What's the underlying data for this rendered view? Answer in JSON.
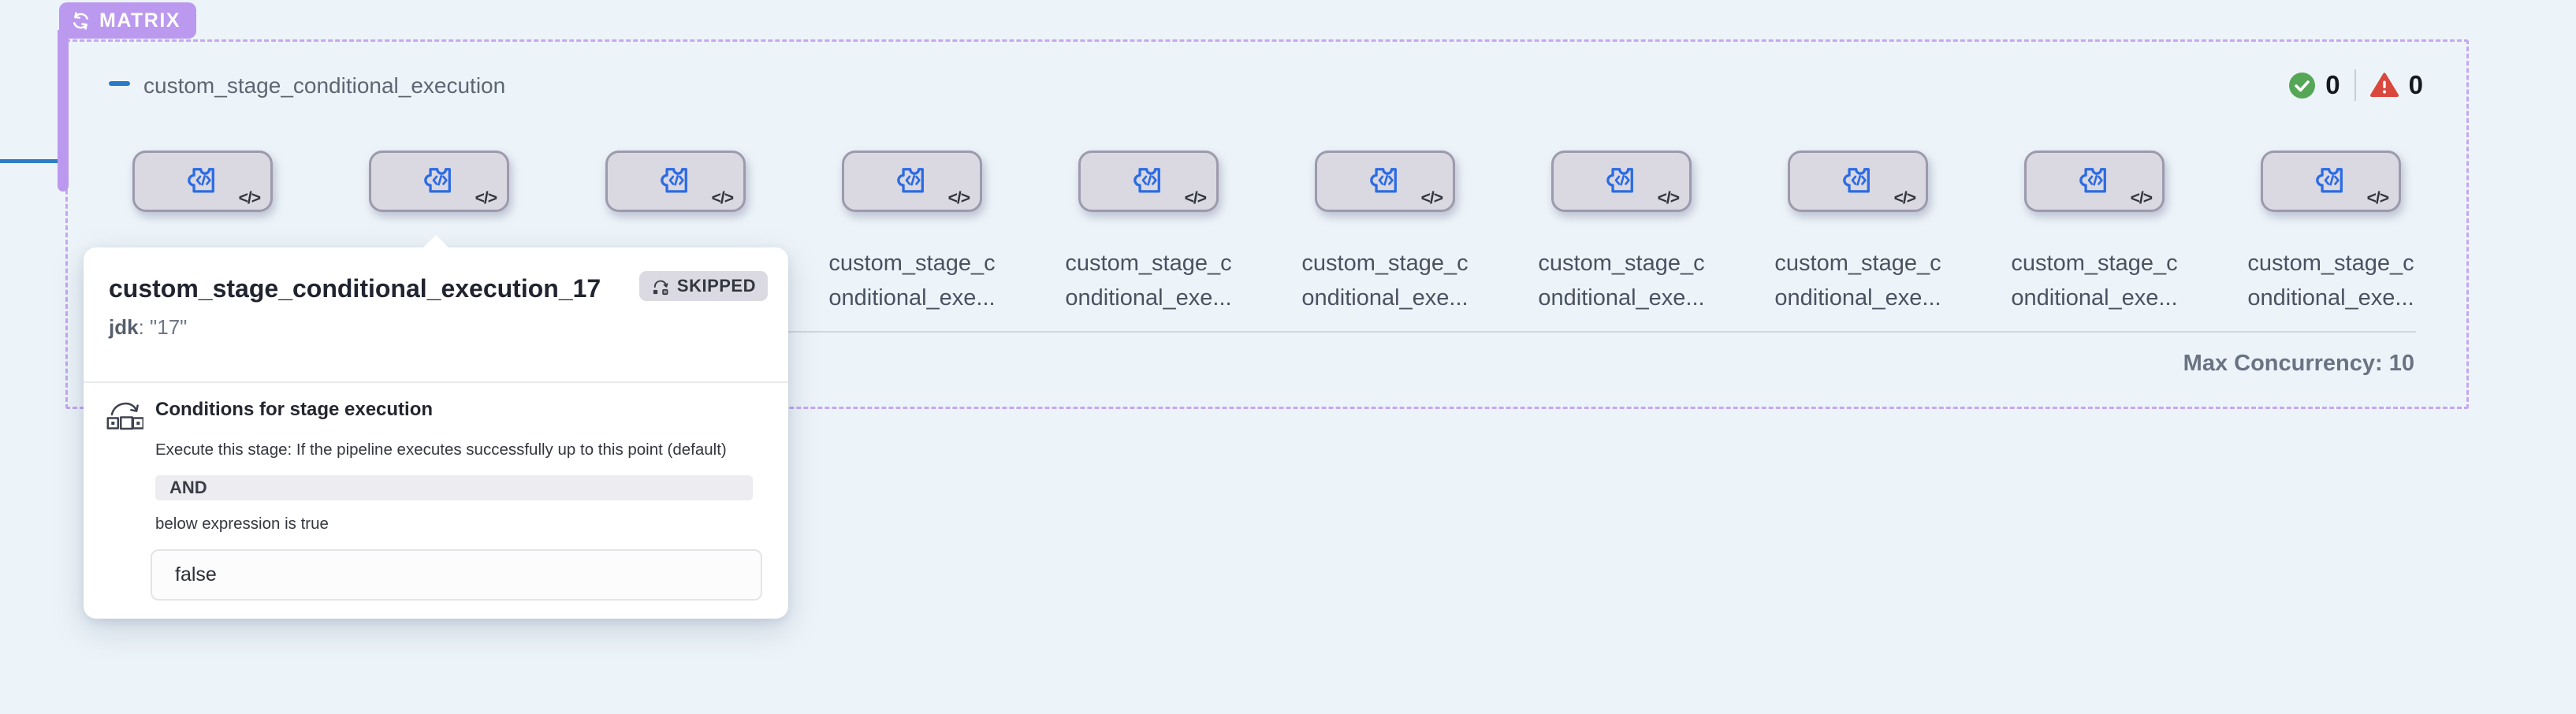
{
  "matrix_badge": {
    "label": "MATRIX",
    "icon": "loop-icon"
  },
  "matrix_section": {
    "title": "custom_stage_conditional_execution",
    "success_count": "0",
    "failure_count": "0",
    "max_concurrency": "Max Concurrency: 10",
    "nodes": [
      {
        "label_lines": []
      },
      {
        "label_lines": []
      },
      {
        "label_lines": []
      },
      {
        "label_lines": [
          "custom_stage_c",
          "onditional_exe..."
        ]
      },
      {
        "label_lines": [
          "custom_stage_c",
          "onditional_exe..."
        ]
      },
      {
        "label_lines": [
          "custom_stage_c",
          "onditional_exe..."
        ]
      },
      {
        "label_lines": [
          "custom_stage_c",
          "onditional_exe..."
        ]
      },
      {
        "label_lines": [
          "custom_stage_c",
          "onditional_exe..."
        ]
      },
      {
        "label_lines": [
          "custom_stage_c",
          "onditional_exe..."
        ]
      },
      {
        "label_lines": [
          "custom_stage_c",
          "onditional_exe..."
        ]
      }
    ],
    "node_corner_glyph": "</>"
  },
  "popover": {
    "title": "custom_stage_conditional_execution_17",
    "status_label": "SKIPPED",
    "param_key": "jdk",
    "param_rest": ": \"17\"",
    "conditions_heading": "Conditions for stage execution",
    "conditions_line1": "Execute this stage: If the pipeline executes successfully up to this point (default)",
    "operator": "AND",
    "conditions_line2": "below expression is true",
    "expression": "false"
  },
  "colors": {
    "accent_purple": "#bb99ee",
    "node_icon_blue": "#2b6be4",
    "success_green": "#55a757",
    "failure_red": "#d9473d",
    "connector_blue": "#2e7dc7"
  }
}
